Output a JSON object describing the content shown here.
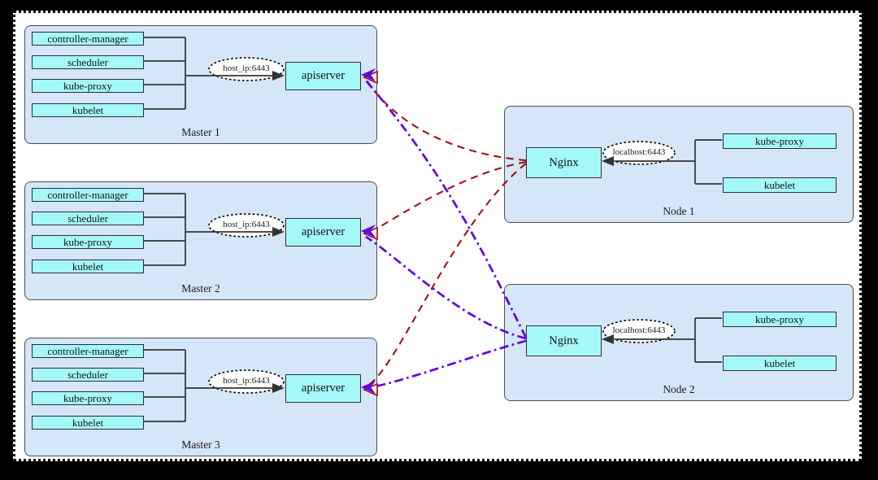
{
  "colors": {
    "red_link": "#a01212",
    "purple_link": "#6400dd",
    "container_fill": "#d4e6f8",
    "component_fill": "#a5f8f8",
    "wire": "#333333",
    "canvas": "#ffffff",
    "frame": "#000000"
  },
  "masters": [
    {
      "title": "Master 1",
      "components": [
        "controller-manager",
        "scheduler",
        "kube-proxy",
        "kubelet"
      ],
      "endpoint": "host_ip:6443",
      "server": "apiserver"
    },
    {
      "title": "Master 2",
      "components": [
        "controller-manager",
        "scheduler",
        "kube-proxy",
        "kubelet"
      ],
      "endpoint": "host_ip:6443",
      "server": "apiserver"
    },
    {
      "title": "Master 3",
      "components": [
        "controller-manager",
        "scheduler",
        "kube-proxy",
        "kubelet"
      ],
      "endpoint": "host_ip:6443",
      "server": "apiserver"
    }
  ],
  "nodes": [
    {
      "title": "Node 1",
      "proxy": "Nginx",
      "endpoint": "localhost:6443",
      "components": [
        "kube-proxy",
        "kubelet"
      ]
    },
    {
      "title": "Node 2",
      "proxy": "Nginx",
      "endpoint": "localhost:6443",
      "components": [
        "kube-proxy",
        "kubelet"
      ]
    }
  ]
}
